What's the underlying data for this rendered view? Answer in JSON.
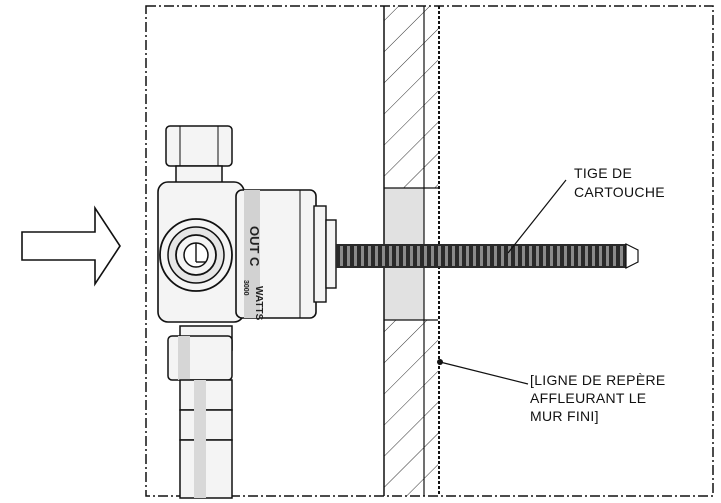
{
  "labels": {
    "stem_line1": "TIGE DE",
    "stem_line2": "CARTOUCHE",
    "flush_line1": "[LIGNE DE REPÈRE",
    "flush_line2": "AFFLEURANT LE",
    "flush_line3": "MUR FINI]"
  },
  "valve_markings": {
    "out": "OUT C",
    "brand": "WATTS",
    "code": "3000"
  },
  "colors": {
    "outline": "#111111",
    "fill_light": "#f4f4f4",
    "fill_shadow": "#cfcfcf",
    "stem_dark": "#2a2a2a"
  },
  "icons": {
    "direction": "hollow-right-arrow-icon"
  }
}
